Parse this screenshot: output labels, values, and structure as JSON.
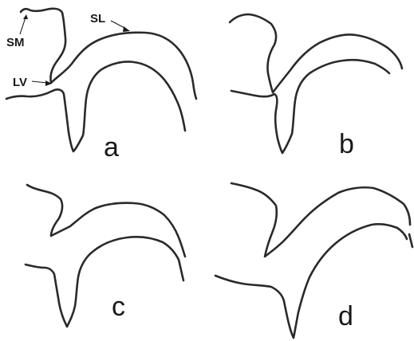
{
  "figure": {
    "panels": [
      {
        "label": "a"
      },
      {
        "label": "b"
      },
      {
        "label": "c"
      },
      {
        "label": "d"
      }
    ],
    "annotations": {
      "sm": "SM",
      "sl": "SL",
      "lv": "LV"
    }
  }
}
